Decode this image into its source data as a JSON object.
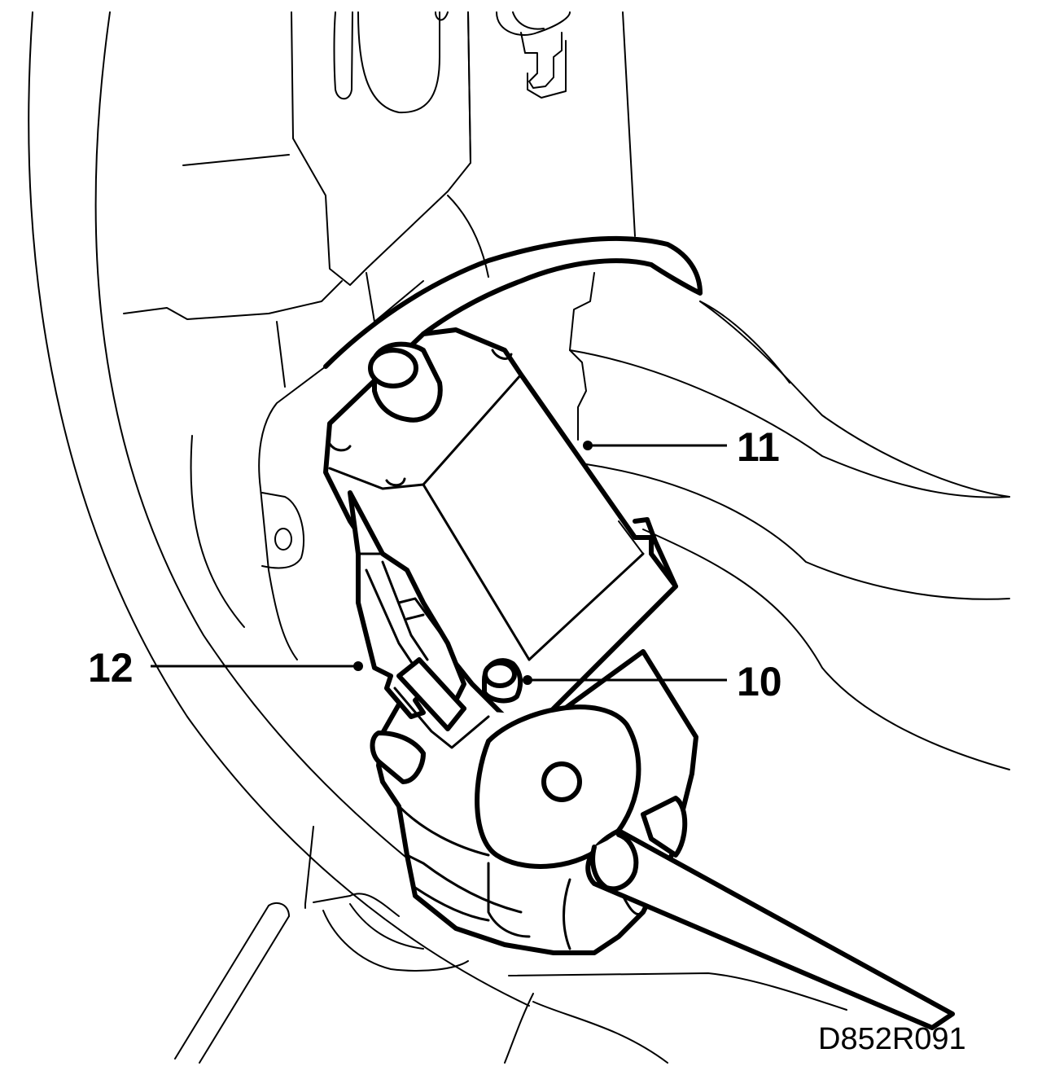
{
  "callouts": {
    "c10": "10",
    "c11": "11",
    "c12": "12"
  },
  "reference_code": "D852R091",
  "colors": {
    "line": "#000000",
    "background": "#ffffff"
  }
}
